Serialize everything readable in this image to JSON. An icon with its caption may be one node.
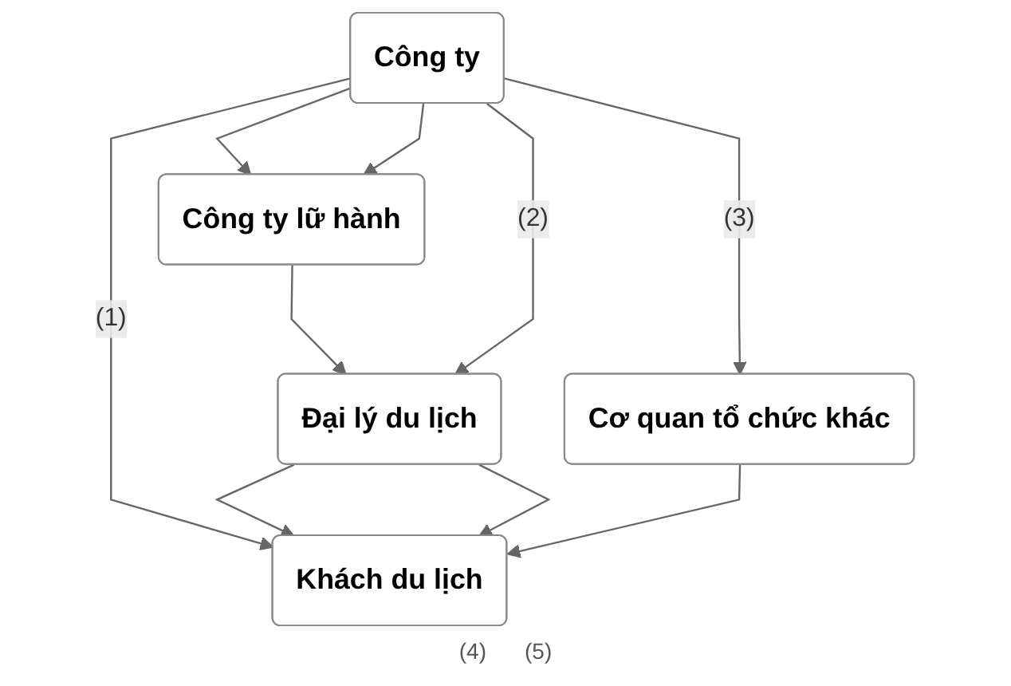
{
  "diagram": {
    "nodes": [
      {
        "text": [
          "Công ty"
        ]
      },
      {
        "text": [
          "Công ty lữ hành"
        ]
      },
      {
        "text": [
          "Đại lý du lịch"
        ]
      },
      {
        "text": [
          "Cơ quan tổ chức khác"
        ]
      },
      {
        "text": [
          "Khách du lịch"
        ]
      }
    ],
    "edges": [
      {
        "from": 0,
        "to": 4,
        "arrow": "to",
        "label": "(1)"
      },
      {
        "from": 0,
        "to": 1,
        "arrow": "to"
      },
      {
        "from": 0,
        "to": 1,
        "arrow": "to"
      },
      {
        "from": 1,
        "to": 2,
        "arrow": "to"
      },
      {
        "from": 0,
        "to": 2,
        "arrow": "to",
        "label": "(2)"
      },
      {
        "from": 0,
        "to": 3,
        "arrow": "to",
        "label": "(3)"
      },
      {
        "from": 2,
        "to": 4,
        "arrow": "to"
      },
      {
        "from": 2,
        "to": 4,
        "arrow": "to"
      },
      {
        "from": 3,
        "to": 4,
        "arrow": "to"
      }
    ],
    "labels": [
      "(4)",
      "(5)"
    ]
  }
}
